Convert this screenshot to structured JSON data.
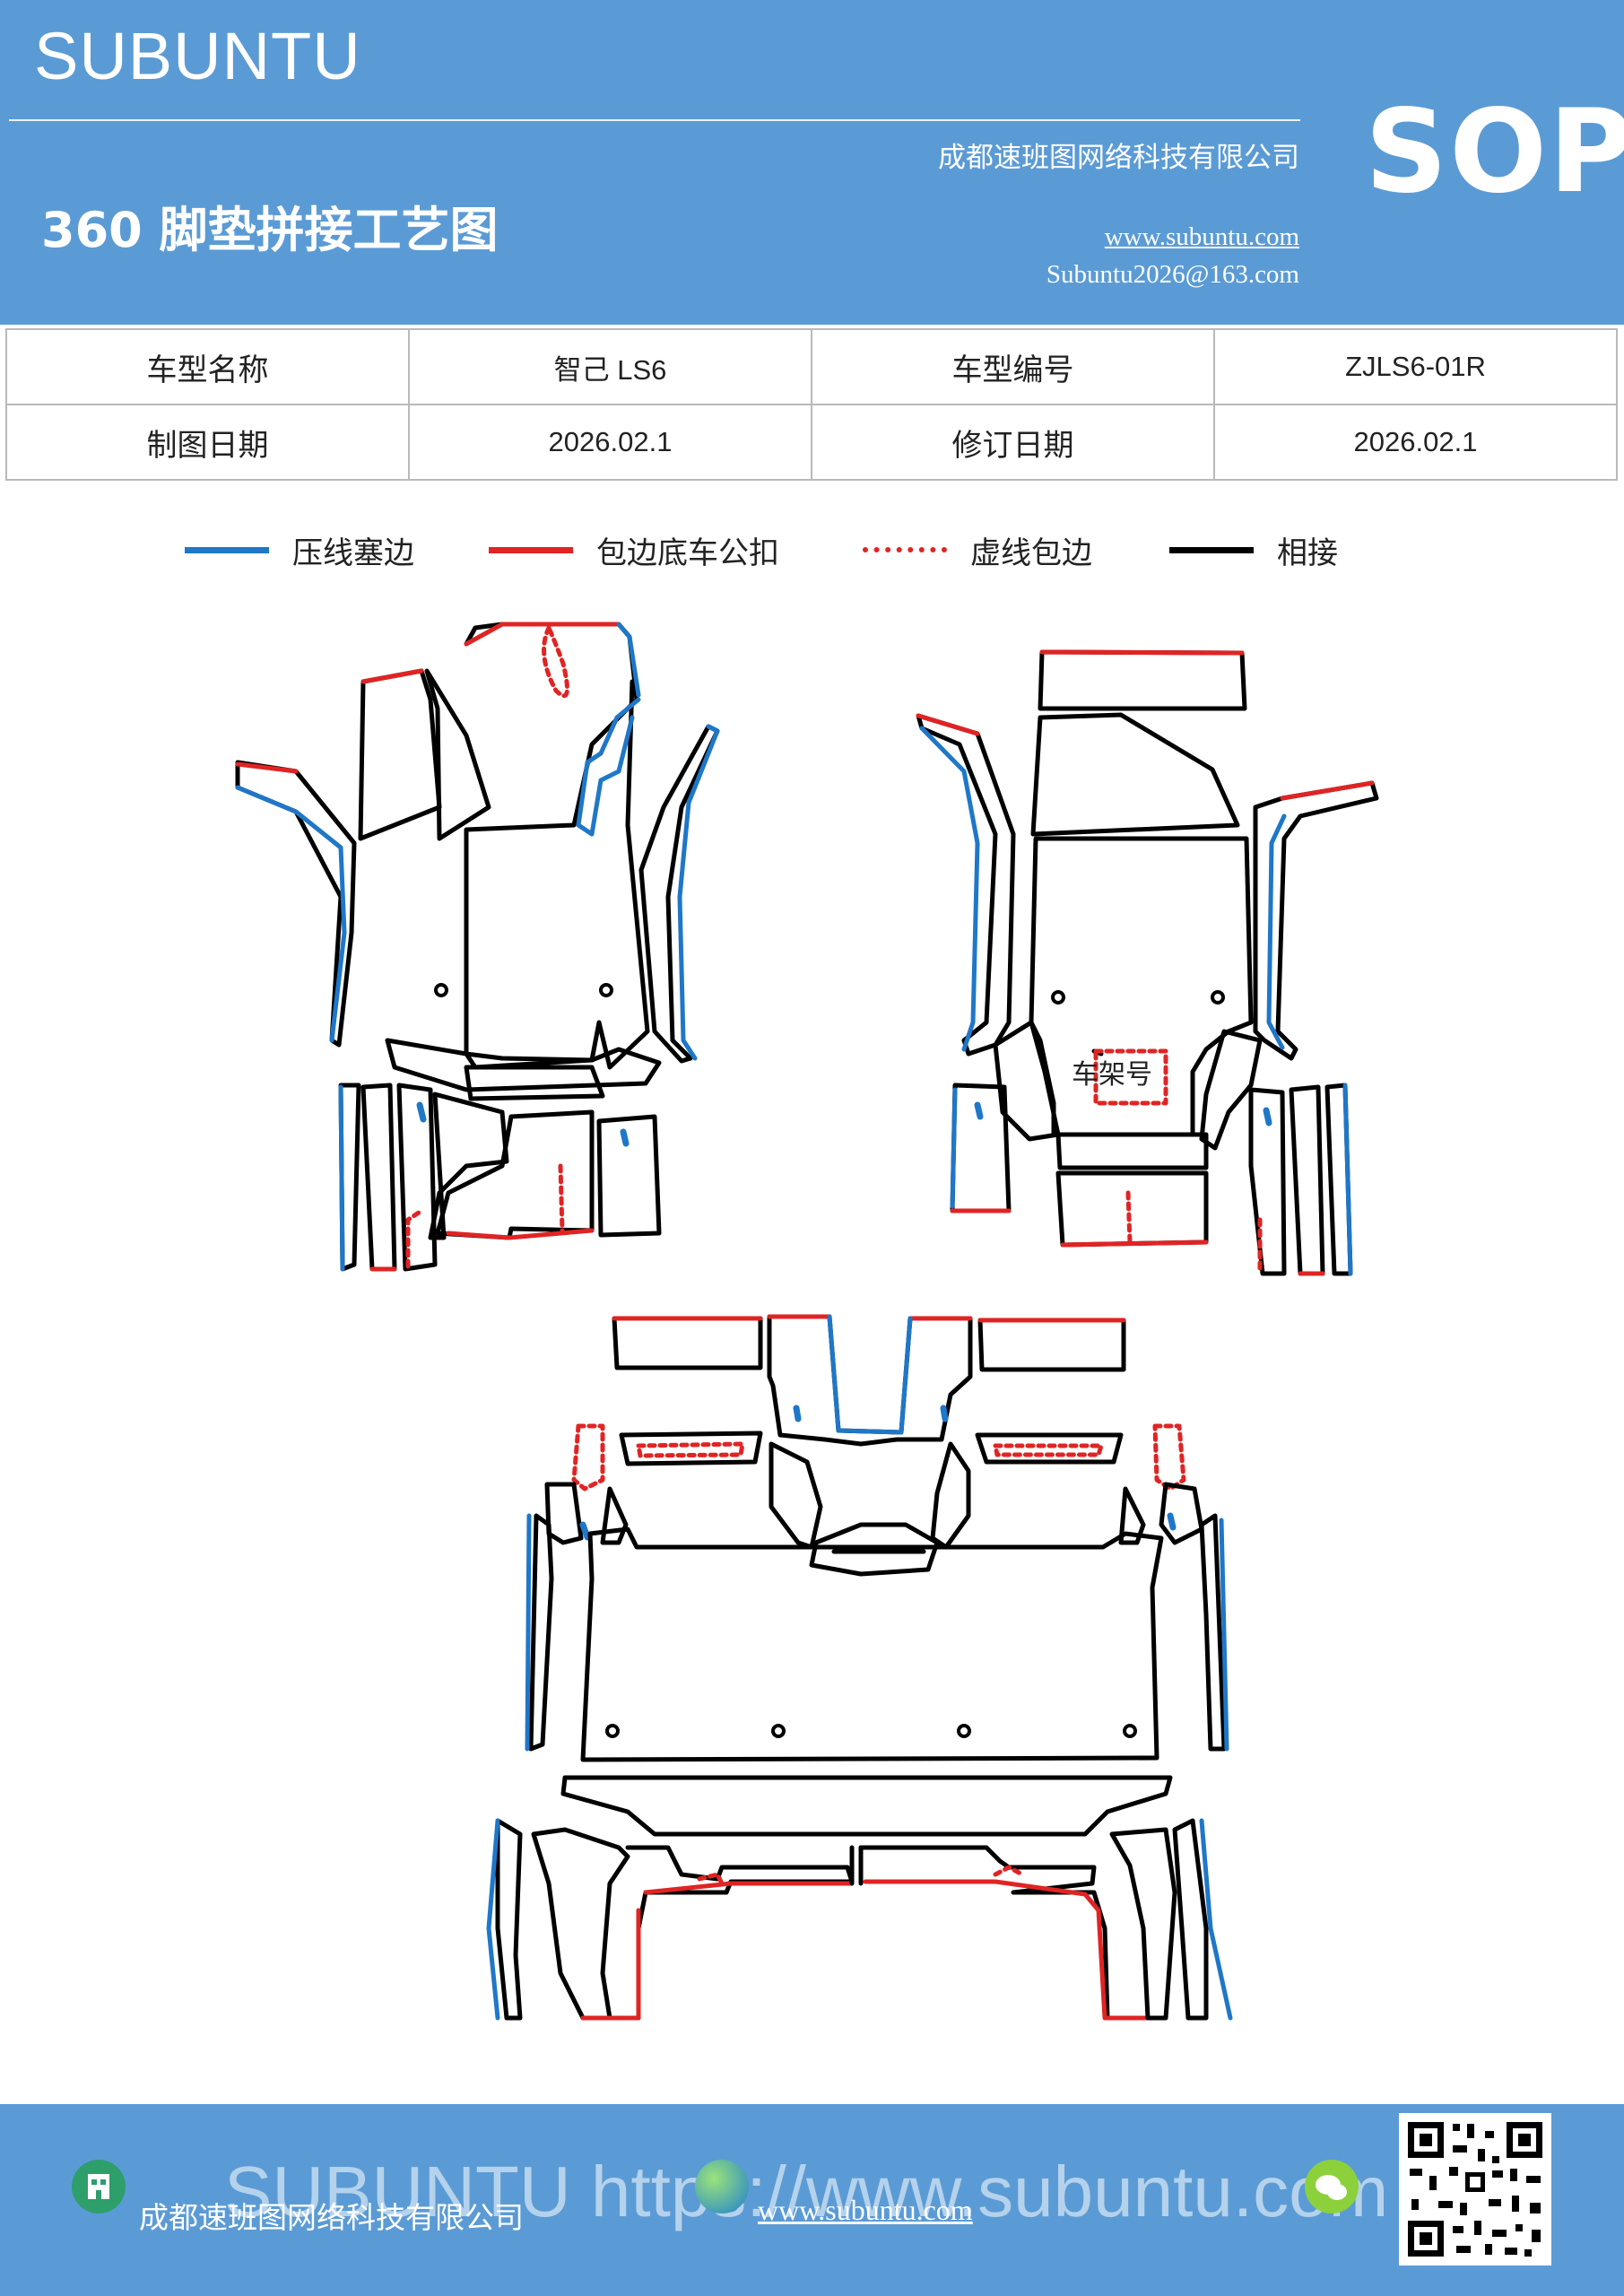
{
  "header": {
    "brand": "SUBUNTU",
    "company": "成都速班图网络科技有限公司",
    "title": "360 脚垫拼接工艺图",
    "website": "www.subuntu.com",
    "email": "Subuntu2026@163.com",
    "badge": "SOP"
  },
  "info_table": {
    "rows": [
      {
        "label1": "车型名称",
        "value1": "智己 LS6",
        "label2": "车型编号",
        "value2": "ZJLS6-01R"
      },
      {
        "label1": "制图日期",
        "value1": "2026.02.1",
        "label2": "修订日期",
        "value2": "2026.02.1"
      }
    ]
  },
  "legend": [
    {
      "label": "压线塞边",
      "color": "#1f77c8",
      "style": "solid"
    },
    {
      "label": "包边底车公扣",
      "color": "#e02424",
      "style": "solid"
    },
    {
      "label": "虚线包边",
      "color": "#e02424",
      "style": "dotted"
    },
    {
      "label": "相接",
      "color": "#000000",
      "style": "solid"
    }
  ],
  "diagram": {
    "vin_label": "车架号"
  },
  "footer": {
    "watermark": "SUBUNTU https://www.subuntu.com",
    "company": "成都速班图网络科技有限公司",
    "website": "www.subuntu.com"
  },
  "colors": {
    "brand_blue": "#5b9bd5",
    "press_blue": "#1f77c8",
    "edge_red": "#e02424",
    "join_black": "#000000"
  }
}
